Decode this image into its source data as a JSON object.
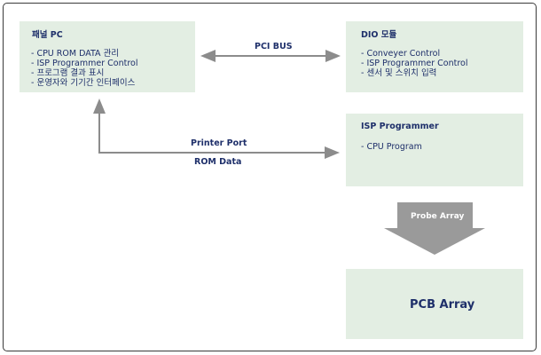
{
  "panel_pc": {
    "title": "패널 PC",
    "items": [
      "- CPU ROM DATA 관리",
      "- ISP Programmer Control",
      "- 프로그램 결과 표시",
      "- 운영자와 기기간 인터페이스"
    ]
  },
  "dio_module": {
    "title": "DIO 모듈",
    "items": [
      "- Conveyer Control",
      "- ISP Programmer Control",
      "- 센서 및 스위치 입력"
    ]
  },
  "isp_programmer": {
    "title": "ISP Programmer",
    "items": [
      "- CPU Program"
    ]
  },
  "pcb_array": {
    "label": "PCB Array"
  },
  "connections": {
    "pci_bus": "PCI BUS",
    "printer_port": "Printer Port",
    "rom_data": "ROM Data",
    "probe_array": "Probe Array"
  },
  "colors": {
    "box_fill": "#e3eee3",
    "text": "#1e2f6a",
    "arrow": "#8c8c8c",
    "probe_arrow": "#9a9a9a"
  }
}
